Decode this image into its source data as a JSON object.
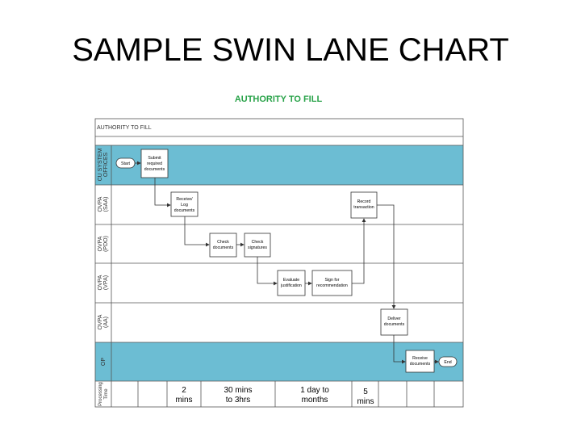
{
  "slide_title": "SAMPLE SWIN LANE CHART",
  "chart_title": "AUTHORITY TO FILL",
  "header_row": "AUTHORITY TO FILL",
  "colors": {
    "shaded_lane": "#6cbdd3",
    "title_green": "#2aa34a",
    "line": "#333333"
  },
  "lanes": [
    {
      "label_1": "CU SYSTEM",
      "label_2": "OFFICES"
    },
    {
      "label_1": "OVPA",
      "label_2": "(SAA)"
    },
    {
      "label_1": "OVPA",
      "label_2": "(PDO)"
    },
    {
      "label_1": "OVPA",
      "label_2": "(VPA)"
    },
    {
      "label_1": "OVPA",
      "label_2": "(AA)"
    },
    {
      "label_1": "OP",
      "label_2": ""
    },
    {
      "label_1": "Processing",
      "label_2": "Time"
    }
  ],
  "nodes": {
    "start": "Start",
    "submit": [
      "Submit",
      "required",
      "documents"
    ],
    "receive": [
      "Receive/",
      "Log",
      "documents"
    ],
    "record": [
      "Record",
      "transaction"
    ],
    "check_docs": [
      "Check",
      "documents"
    ],
    "check_sigs": [
      "Check",
      "signatures"
    ],
    "evaluate": [
      "Evaluate",
      "justification"
    ],
    "sign": [
      "Sign for",
      "recommendation"
    ],
    "deliver": [
      "Deliver",
      "documents"
    ],
    "receive_op": [
      "Receive",
      "documents"
    ],
    "end": "End"
  },
  "processing_times": [
    [
      "2",
      "mins"
    ],
    [
      "30 mins",
      "to 3hrs"
    ],
    [
      "1 day to",
      "months"
    ],
    [
      "5",
      "mins"
    ]
  ]
}
